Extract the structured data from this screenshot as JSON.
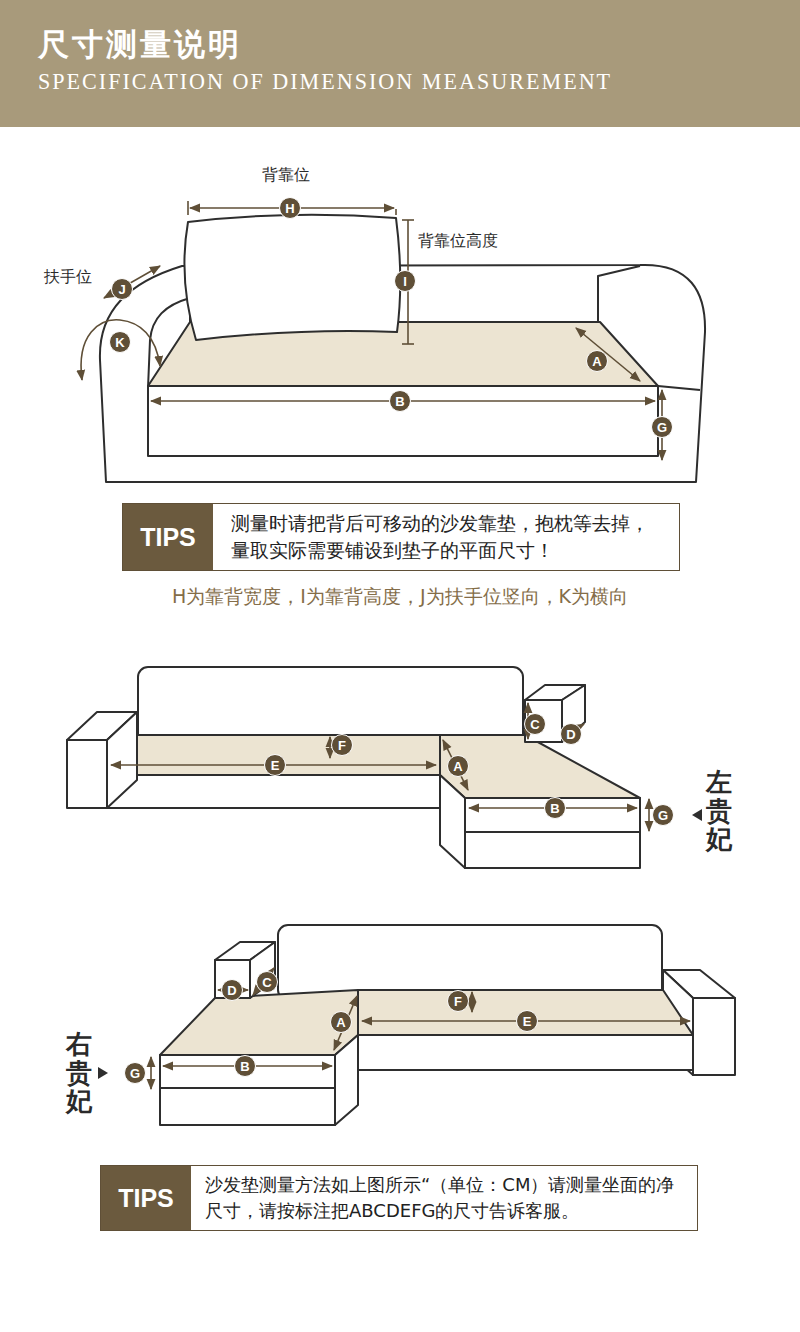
{
  "diagram": {
    "nodes": [
      {
        "text": [
          "尺寸测量说明",
          "SPECIFICATION OF DIMENSION MEASUREMENT"
        ]
      },
      {
        "text": [
          "H"
        ]
      },
      {
        "text": [
          "J"
        ]
      },
      {
        "text": [
          "I"
        ]
      },
      {
        "text": [
          "K"
        ]
      },
      {
        "text": [
          "A"
        ]
      },
      {
        "text": [
          "B"
        ]
      },
      {
        "text": [
          "G"
        ]
      },
      {
        "text": [
          "测量时请把背后可移动的沙发靠垫，抱枕等去掉，量取实际需要铺设到垫子的平面尺寸！"
        ]
      },
      {
        "text": [
          "TIPS"
        ],
        "in": 8
      },
      {
        "text": [
          "C"
        ]
      },
      {
        "text": [
          "D"
        ]
      },
      {
        "text": [
          "F"
        ]
      },
      {
        "text": [
          "E"
        ]
      },
      {
        "text": [
          "A"
        ]
      },
      {
        "text": [
          "B"
        ]
      },
      {
        "text": [
          "G"
        ]
      },
      {
        "text": [
          "C"
        ]
      },
      {
        "text": [
          "D"
        ]
      },
      {
        "text": [
          "F"
        ]
      },
      {
        "text": [
          "E"
        ]
      },
      {
        "text": [
          "A"
        ]
      },
      {
        "text": [
          "B"
        ]
      },
      {
        "text": [
          "G"
        ]
      },
      {
        "text": [
          "沙发垫测量方法如上图所示“（单位：CM）请测量坐面的净尺寸，请按标注把ABCDEFG的尺寸告诉客服。"
        ]
      },
      {
        "text": [
          "TIPS"
        ],
        "in": 24
      }
    ],
    "labels": [
      "背靠位",
      "背靠位高度",
      "扶手位",
      "H为靠背宽度，I为靠背高度，J为扶手位竖向，K为横向",
      "左贵妃",
      "右贵妃"
    ]
  }
}
